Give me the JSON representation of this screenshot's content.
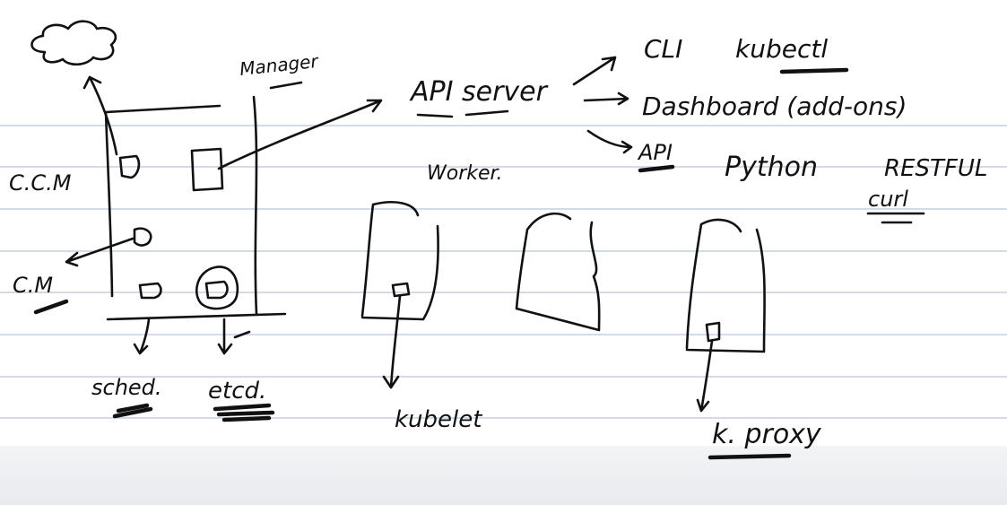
{
  "labels": {
    "manager": "Manager",
    "api_server": "API server",
    "cli": "CLI",
    "kubectl": "kubectl",
    "dashboard": "Dashboard (add-ons)",
    "api": "API",
    "python": "Python",
    "restful": "RESTFUL",
    "curl": "curl",
    "ccm": "C.C.M",
    "cm": "C.M",
    "worker": "Worker.",
    "sched": "sched.",
    "etcd": "etcd.",
    "kubelet": "kubelet",
    "kproxy": "k. proxy"
  },
  "colors": {
    "ink": "#111111",
    "ruled_line": "#b9c8d8",
    "paper": "#ffffff"
  }
}
